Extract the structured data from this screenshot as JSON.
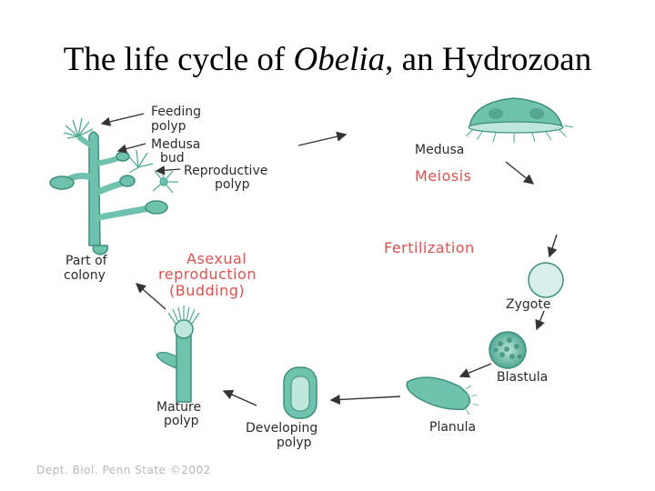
{
  "title": {
    "prefix": "The life cycle of ",
    "italic": "Obelia",
    "suffix": ", an Hydrozoan"
  },
  "labels": {
    "feeding_polyp": [
      "Feeding",
      "polyp"
    ],
    "medusa_bud": [
      "Medusa",
      "bud"
    ],
    "reproductive_polyp": [
      "Reproductive",
      "polyp"
    ],
    "part_of_colony": [
      "Part of",
      "colony"
    ],
    "medusa": "Medusa",
    "meiosis": "Meiosis",
    "fertilization": "Fertilization",
    "zygote": "Zygote",
    "blastula": "Blastula",
    "planula": "Planula",
    "developing_polyp": [
      "Developing",
      "polyp"
    ],
    "mature_polyp": [
      "Mature",
      "polyp"
    ],
    "asexual": [
      "Asexual",
      "reproduction",
      "(Budding)"
    ]
  },
  "credit": "Dept. Biol. Penn State ©2002",
  "colors": {
    "organism_fill": "#6fc2ae",
    "organism_stroke": "#3e8f7c",
    "accent_text": "#d9534f",
    "arrow": "#333333"
  }
}
